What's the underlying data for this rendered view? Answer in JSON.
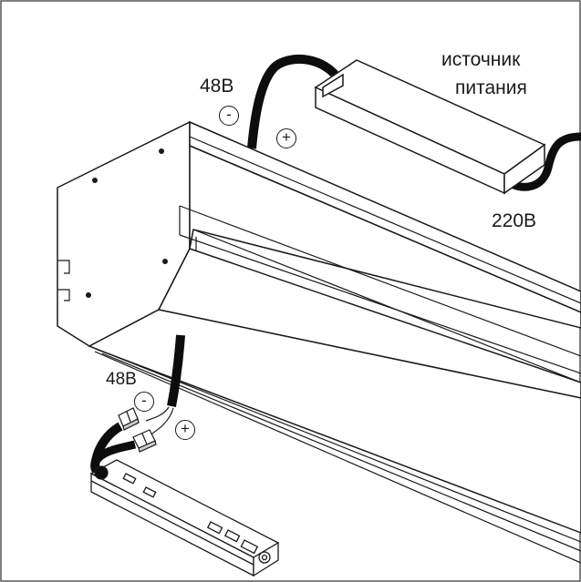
{
  "labels": {
    "psu_line1": "источник",
    "psu_line2": "питания",
    "mains_voltage": "220В",
    "top_voltage": "48В",
    "bottom_voltage": "48В"
  },
  "polarity": {
    "top_negative": "-",
    "top_positive": "+",
    "bottom_negative": "-",
    "bottom_positive": "+"
  },
  "colors": {
    "line": "#1a1a1a",
    "cable": "#0d0d0d",
    "background": "#ffffff"
  }
}
